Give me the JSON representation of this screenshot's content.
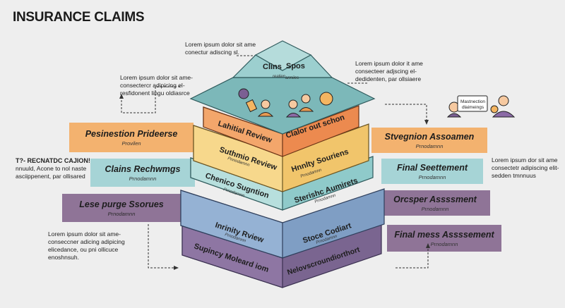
{
  "title": "INSURANCE CLAIMS",
  "notes": {
    "top": [
      "Lorem ipsum dolor sit ame",
      "conectur adiscing sl."
    ],
    "top_left": [
      "Lorem ipsum dolor sit ame-",
      "consectercr adipicing el-",
      "resfidonent lingu oldiasrce"
    ],
    "top_right": [
      "Lorem ipsum dolor it ame",
      "consecteer adjscing el-",
      "dedidenten, par ollsiaere"
    ],
    "mid_left_title": "T?- RECNATDC CAJION!",
    "mid_left": [
      "nnuuld, Acone to nol naste",
      "asciippenent, par ollisared"
    ],
    "mid_right": [
      "Lorem ipsum dor sit ame",
      "consectetr adipiscing elit-",
      "sedden tmnnuus"
    ],
    "bottom_left": [
      "Lorem ipsum dolor sit ame-",
      "conseccner adicing adipicing",
      "elicedance, ou pni ollicuce",
      "enoshnsuh."
    ]
  },
  "left_labels": [
    {
      "title": "Pesinestion Prideerse",
      "sub": "Provilen"
    },
    {
      "title": "Clains Rechwmgs",
      "sub": "Prnodamnn"
    },
    {
      "title": "Lese purge Ssorues",
      "sub": "Prnodamnn"
    }
  ],
  "right_labels": [
    {
      "title": "Stvegnion Assoamen",
      "sub": "Prnodamnn"
    },
    {
      "title": "Final Seettement",
      "sub": "Prnodamnn"
    },
    {
      "title": "Orcsper Assssment",
      "sub": "Prnodamnn"
    },
    {
      "title": "Final mess Assssement",
      "sub": "Prnodamnn"
    }
  ],
  "pyramid": {
    "top_roof": {
      "left": "Clins",
      "right": "Spos",
      "sub_left": "realien",
      "sub_right": "anniies"
    },
    "tier1": {
      "left": "Lahitial Review",
      "right": "Clalor out schon"
    },
    "tier2": {
      "left": "Suthmio Review",
      "left_sub": "Pnnodamnn",
      "right": "Hnnlty Souriens",
      "right_sub": "Prnodamnn"
    },
    "tier3": {
      "left": "Chenico Sugntion",
      "left_sub": "Prnodamnn",
      "right": "Sterishc Aumirets",
      "right_sub": "Prnodamnn"
    },
    "tier4": {
      "left": "Inrinity Rview",
      "left_sub": "Prnodamnn",
      "right": "Stoce Codiart",
      "right_sub": "Prnodamnn"
    },
    "tier5": {
      "left": "Supincy Moleard iom",
      "right": "Nelovscroundiorthort"
    }
  },
  "badge": {
    "line1": "Mastnection",
    "line2": "dlaimeings"
  },
  "colors": {
    "orange": "#f3b26f",
    "teal": "#a6d4d6",
    "purple": "#8f7497",
    "background": "#eeeeee"
  }
}
